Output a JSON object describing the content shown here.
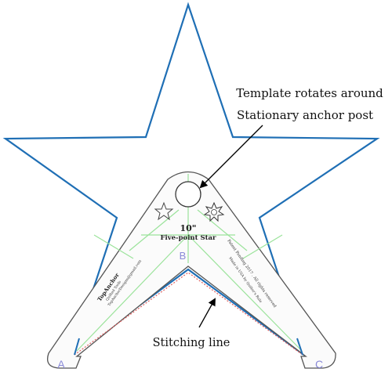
{
  "annotations": {
    "rotate_line1": "Template rotates around",
    "rotate_line2": "Stationary anchor post",
    "stitching": "Stitching line"
  },
  "template": {
    "size_label": "10\"",
    "name_label": "Five-point Star",
    "point_labels": {
      "a": "A",
      "b": "B",
      "c": "C"
    },
    "brand": "TopAnchor",
    "brand_sub": "Quilted Tools",
    "contact": "TopAnchorDesigns@gmail.com",
    "copyright": "Patent Pending 2017 . All rights reserved",
    "made_in": "Made in USA by Quilter's Rule"
  },
  "colors": {
    "star_outline": "#1f6fb5",
    "template_outline": "#555555",
    "guide_lines": "#9be39b",
    "stitch_line": "#e06060",
    "point_letters": "#8a8ad8"
  }
}
